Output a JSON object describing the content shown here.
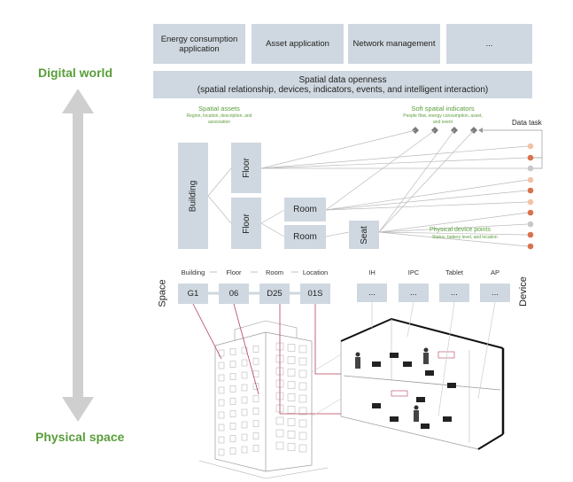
{
  "side_labels": {
    "top": "Digital world",
    "bottom": "Physical space"
  },
  "applications": [
    "Energy consumption application",
    "Asset application",
    "Network management",
    "..."
  ],
  "openness": {
    "title": "Spatial data openness",
    "subtitle": "(spatial relationship, devices, indicators, events, and intelligent interaction)"
  },
  "spatial_assets": {
    "title": "Spatial assets",
    "desc": "Region, location, description, and association"
  },
  "soft_indicators": {
    "title": "Soft spatial indicators",
    "desc": "People flow, energy consumption, asset, and event"
  },
  "data_task": "Data task",
  "device_points": {
    "title": "Physical device points",
    "desc": "Status, battery level, and location"
  },
  "hierarchy": {
    "building": "Building",
    "floor1": "Floor",
    "floor2": "Floor",
    "room1": "Room",
    "room2": "Room",
    "seat": "Seat"
  },
  "space_row": {
    "label": "Space",
    "headers": [
      "Building",
      "Floor",
      "Room",
      "Location"
    ],
    "values": [
      "G1",
      "06",
      "D25",
      "01S"
    ]
  },
  "device_row": {
    "label": "Device",
    "headers": [
      "IH",
      "IPC",
      "Tablet",
      "AP"
    ],
    "values": [
      "...",
      "...",
      "...",
      "..."
    ]
  },
  "colors": {
    "accent_green": "#5a9e3a",
    "box": "#cfd8e0",
    "link_red": "#b5405a",
    "dot_peach": "#f4c2a8",
    "dot_orange": "#d9734e",
    "dot_gray": "#c8c8c8",
    "diamond": "#7a7a7a"
  },
  "device_dot_colors": [
    "peach",
    "orange",
    "gray",
    "peach",
    "orange",
    "peach",
    "orange",
    "gray",
    "orange",
    "orange"
  ]
}
